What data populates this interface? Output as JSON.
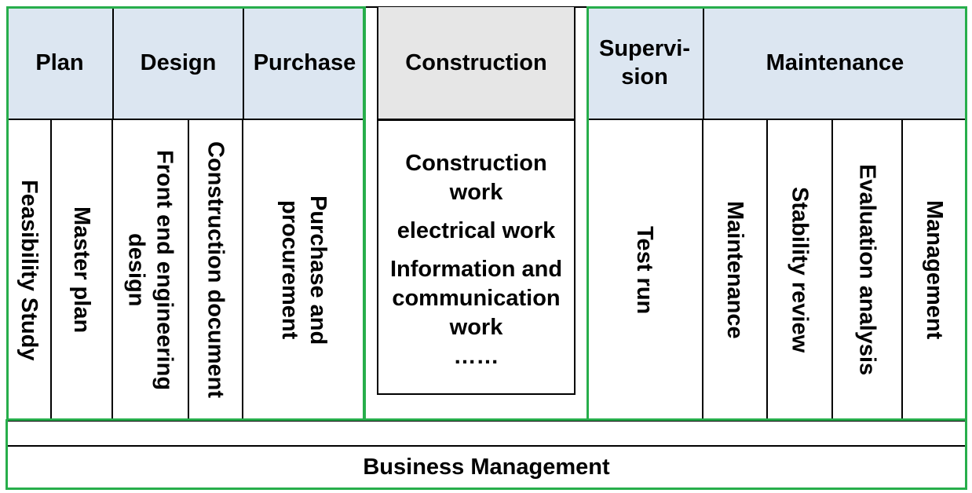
{
  "phases": {
    "plan": "Plan",
    "design": "Design",
    "purchase": "Purchase",
    "construction": "Construction",
    "supervision": "Supervi-\nsion",
    "maintenance": "Maintenance"
  },
  "tasks": {
    "feasibility_study": "Feasibility Study",
    "master_plan": "Master plan",
    "front_end_design": "Front end engineering design",
    "construction_document": "Construction document",
    "purchase_procurement": "Purchase and procurement",
    "construction_items": [
      "Construction work",
      "electrical work",
      "Information and communication work",
      "……"
    ],
    "test_run": "Test run",
    "maintenance": "Maintenance",
    "stability_review": "Stability review",
    "evaluation_analysis": "Evaluation analysis",
    "management": "Management"
  },
  "footer": {
    "business_management": "Business Management"
  },
  "colors": {
    "header_blue": "#dce6f1",
    "header_grey": "#e6e6e6",
    "green_border": "#27ae4b"
  }
}
